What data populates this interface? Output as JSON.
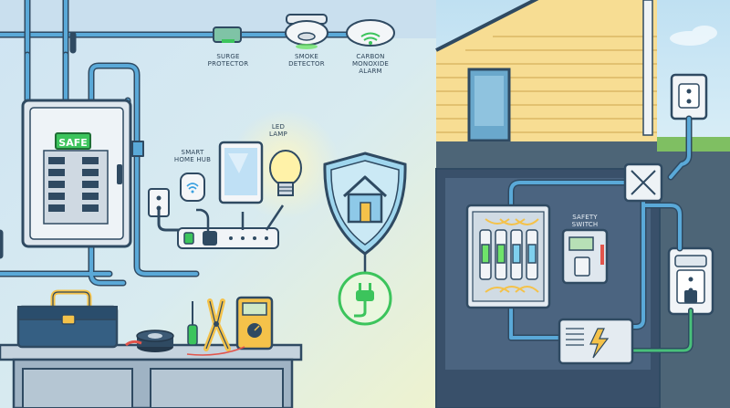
{
  "labels": {
    "surge_protector": "SURGE\nPROTECTOR",
    "smoke_detector": "SMOKE\nDETECTOR",
    "co_alarm": "CARBON\nMONOXIDE\nALARM",
    "smart_home_hub": "SMART\nHOME HUB",
    "led_lamp": "LED\nLAMP",
    "safety_switch": "SAFETY\nSWITCH"
  },
  "panel": {
    "status": "SAFE"
  },
  "colors": {
    "wire": "#5aa9d8",
    "outline": "#2f4a62",
    "status_green": "#3cc45c",
    "accent_yellow": "#f4c24a"
  },
  "icons": [
    "shield-home-icon",
    "plug-icon",
    "wifi-icon",
    "lightning-icon"
  ]
}
